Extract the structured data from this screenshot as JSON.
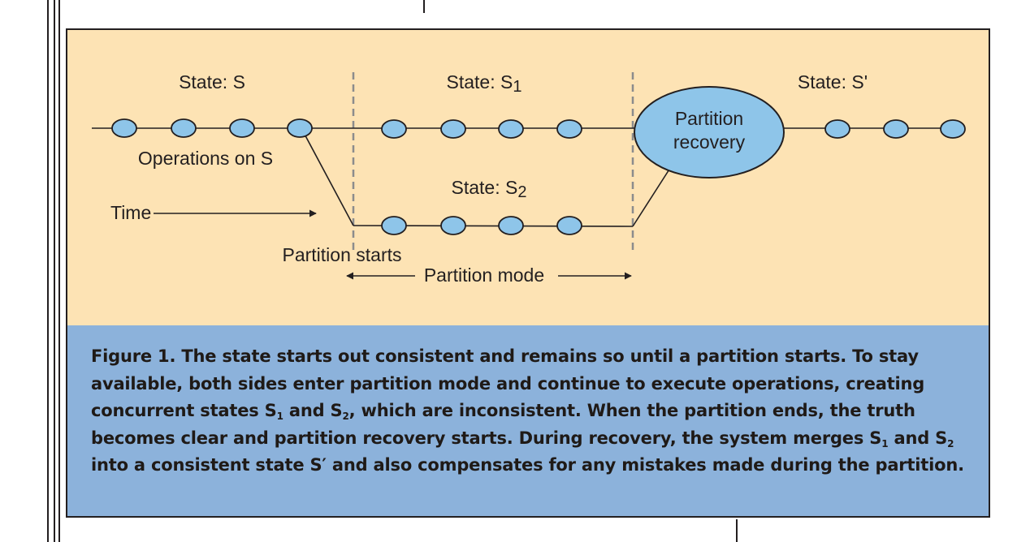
{
  "diagram": {
    "labels": {
      "state_s": "State: S",
      "state_s1": "State: S",
      "state_s1_sub": "1",
      "state_s2": "State: S",
      "state_s2_sub": "2",
      "state_s_prime": "State: S'",
      "operations": "Operations on S",
      "time": "Time",
      "partition_starts": "Partition starts",
      "partition_mode": "Partition mode",
      "recovery_line1": "Partition",
      "recovery_line2": "recovery"
    },
    "colors": {
      "diagram_background": "#fde3b4",
      "node_fill": "#8ec5e9",
      "caption_background": "#8cb2db",
      "stroke": "#231f20",
      "divider": "#8c8c8c"
    }
  },
  "caption": {
    "figure_label": "Figure 1.",
    "t1": " The state starts out consistent and remains so until a partition starts. To stay available, both sides enter partition mode and continue to execute operations, creating concurrent states S",
    "sub1": "1",
    "t2": " and S",
    "sub2": "2",
    "t3": ", which are inconsistent. When the partition ends, the truth becomes clear and partition recovery starts. During recovery, the system merges S",
    "sub3": "1",
    "t4": " and S",
    "sub4": "2",
    "t5": " into a consistent state S′ and also compensates for any mistakes made during the partition."
  }
}
